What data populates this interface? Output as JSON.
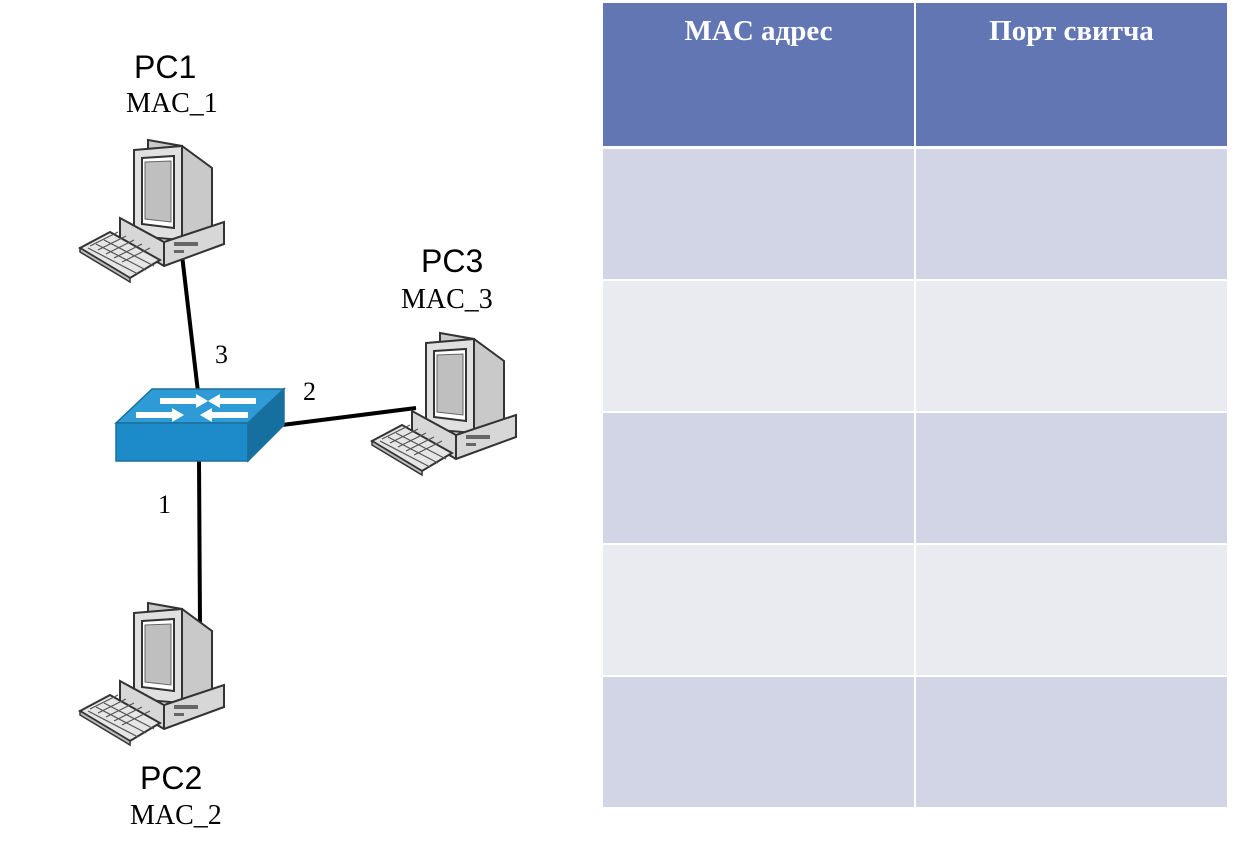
{
  "nodes": {
    "pc1": {
      "name": "PC1",
      "mac": "MAC_1"
    },
    "pc2": {
      "name": "PC2",
      "mac": "MAC_2"
    },
    "pc3": {
      "name": "PC3",
      "mac": "MAC_3"
    }
  },
  "ports": {
    "pc1_link": "3",
    "pc3_link": "2",
    "pc2_link": "1"
  },
  "table": {
    "headers": [
      "MAC адрес",
      "Порт свитча"
    ],
    "rows": [
      [
        "",
        ""
      ],
      [
        "",
        ""
      ],
      [
        "",
        ""
      ],
      [
        "",
        ""
      ],
      [
        "",
        ""
      ]
    ]
  },
  "colors": {
    "header_bg": "#6276b4",
    "row_odd": "#d1d5e5",
    "row_even": "#e9ebf1",
    "switch_blue": "#2e9bd6"
  }
}
